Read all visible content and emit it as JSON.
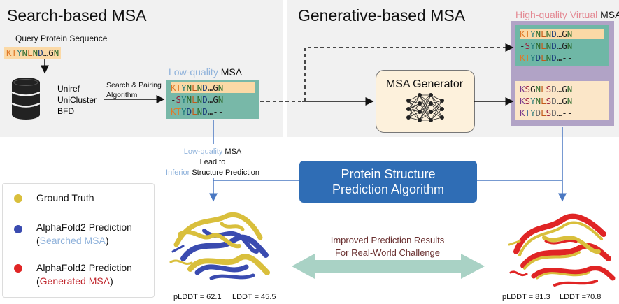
{
  "panels": {
    "search_title": "Search-based MSA",
    "generative_title": "Generative-based MSA"
  },
  "query": {
    "label": "Query Protein Sequence",
    "sequence": [
      "K",
      "T",
      "Y",
      "N",
      "L",
      "N",
      "D",
      "…",
      "G",
      "N"
    ]
  },
  "databases": {
    "lines": [
      "Uniref",
      "UniCluster",
      "BFD"
    ]
  },
  "search_algo": {
    "line1": "Search & Pairing",
    "line2": "Algorithm"
  },
  "low_msa": {
    "title_prefix": "Low-quality",
    "title_suffix": "MSA",
    "rows": [
      [
        "K",
        "T",
        "Y",
        "N",
        "L",
        "N",
        "D",
        "…",
        "G",
        "N"
      ],
      [
        "-",
        "S",
        "Y",
        "N",
        "L",
        "N",
        "D",
        "…",
        "G",
        "N"
      ],
      [
        "K",
        "T",
        "Y",
        "D",
        "L",
        "N",
        "D",
        "…",
        "-",
        "-"
      ]
    ]
  },
  "generator": {
    "label": "MSA Generator"
  },
  "high_msa": {
    "title_prefix": "High-quality Virtual",
    "title_suffix": "MSA",
    "top_rows": [
      [
        "K",
        "T",
        "Y",
        "N",
        "L",
        "N",
        "D",
        "…",
        "G",
        "N"
      ],
      [
        "-",
        "S",
        "Y",
        "N",
        "L",
        "N",
        "D",
        "…",
        "G",
        "N"
      ],
      [
        "K",
        "T",
        "Y",
        "D",
        "L",
        "N",
        "D",
        "…",
        "-",
        "-"
      ]
    ],
    "bottom_rows": [
      [
        "K",
        "S",
        "G",
        "N",
        "L",
        "S",
        "D",
        "…",
        "G",
        "N"
      ],
      [
        "K",
        "S",
        "Y",
        "N",
        "L",
        "S",
        "D",
        "…",
        "G",
        "N"
      ],
      [
        "K",
        "T",
        "Y",
        "D",
        "L",
        "S",
        "D",
        "…",
        "-",
        "-"
      ]
    ]
  },
  "lead_note": {
    "line1_prefix": "Low-quality",
    "line1_suffix": "MSA",
    "line2": "Lead to",
    "line3_prefix": "Inferior",
    "line3_suffix": "Structure Prediction"
  },
  "algorithm_box": {
    "line1": "Protein Structure",
    "line2": "Prediction Algorithm"
  },
  "legend": {
    "items": [
      {
        "label": "Ground Truth",
        "sub_prefix": "",
        "sub": "",
        "sub_suffix": "",
        "color": "#d9bf3c"
      },
      {
        "label": "AlphaFold2 Prediction",
        "sub_prefix": "(",
        "sub": "Searched MSA",
        "sub_suffix": ")",
        "color": "#3a4bb0"
      },
      {
        "label": "AlphaFold2 Prediction",
        "sub_prefix": "(",
        "sub": "Generated MSA",
        "sub_suffix": ")",
        "color": "#e02525"
      }
    ]
  },
  "improved": {
    "line1": "Improved Prediction Results",
    "line2": "For Real-World Challenge"
  },
  "metrics": {
    "left_plddt": "pLDDT = 62.1",
    "left_lddt": "LDDT = 45.5",
    "right_plddt": "pLDDT = 81.3",
    "right_lddt": "LDDT =70.8"
  },
  "colors": {
    "panel_bg": "#f1f1f1",
    "low_msa_bg": "#78b8a8",
    "high_msa_bg": "#b1a3c6",
    "teal_row": "#6fb7a6",
    "peach_row": "#fbe6c8",
    "algo_blue": "#2f6db5",
    "arrow_blue": "#4a78c2",
    "light_blue_text": "#8fb2db",
    "pink_text": "#e48a94",
    "red_text": "#c0262c",
    "double_arrow": "#a9d2c5",
    "improved_text": "#6a3030"
  }
}
